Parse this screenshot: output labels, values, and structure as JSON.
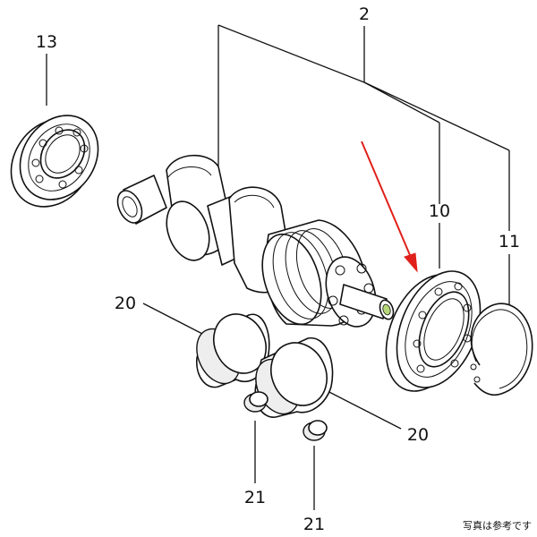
{
  "callouts": {
    "part_2": "2",
    "part_13": "13",
    "part_10": "10",
    "part_11": "11",
    "part_20_upper": "20",
    "part_20_lower": "20",
    "part_21_left": "21",
    "part_21_right": "21"
  },
  "note": "写真は参考です",
  "colors": {
    "line": "#111111",
    "arrow": "#e0201a",
    "highlight": "#b7d87a",
    "background": "#ffffff"
  }
}
